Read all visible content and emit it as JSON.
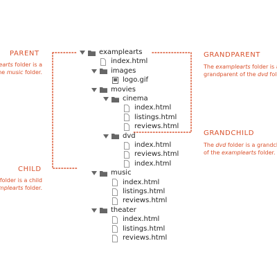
{
  "colors": {
    "accent": "#d9512c",
    "text": "#222222",
    "icon": "#666666",
    "file_outline": "#999999"
  },
  "tree": [
    {
      "label": "examplearts",
      "type": "folder",
      "depth": 0
    },
    {
      "label": "index.html",
      "type": "file",
      "depth": 1
    },
    {
      "label": "images",
      "type": "folder",
      "depth": 1
    },
    {
      "label": "logo.gif",
      "type": "image",
      "depth": 2
    },
    {
      "label": "movies",
      "type": "folder",
      "depth": 1
    },
    {
      "label": "cinema",
      "type": "folder",
      "depth": 2
    },
    {
      "label": "index.html",
      "type": "file",
      "depth": 3
    },
    {
      "label": "listings.html",
      "type": "file",
      "depth": 3
    },
    {
      "label": "reviews.html",
      "type": "file",
      "depth": 3
    },
    {
      "label": "dvd",
      "type": "folder",
      "depth": 2
    },
    {
      "label": "index.html",
      "type": "file",
      "depth": 3
    },
    {
      "label": "reviews.html",
      "type": "file",
      "depth": 3
    },
    {
      "label": "index.html",
      "type": "file",
      "depth": 3
    },
    {
      "label": "music",
      "type": "folder",
      "depth": 1
    },
    {
      "label": "index.html",
      "type": "file",
      "depth": 2
    },
    {
      "label": "listings.html",
      "type": "file",
      "depth": 2
    },
    {
      "label": "reviews.html",
      "type": "file",
      "depth": 2
    },
    {
      "label": "theater",
      "type": "folder",
      "depth": 1
    },
    {
      "label": "index.html",
      "type": "file",
      "depth": 2
    },
    {
      "label": "listings.html",
      "type": "file",
      "depth": 2
    },
    {
      "label": "reviews.html",
      "type": "file",
      "depth": 2
    }
  ],
  "annotations": {
    "parent": {
      "title": "PARENT",
      "line1": [
        {
          "t": "exa",
          "i": false
        },
        {
          "t": "mplearts",
          "i": true
        },
        {
          "t": " folder is a",
          "i": false
        }
      ],
      "line2": [
        {
          "t": "he ",
          "i": false
        },
        {
          "t": "music",
          "i": true
        },
        {
          "t": " folder.",
          "i": false
        }
      ]
    },
    "child": {
      "title": "CHILD",
      "line1": [
        {
          "t": "folder is a child",
          "i": false
        }
      ],
      "line2": [
        {
          "t": "mplearts",
          "i": true
        },
        {
          "t": " folder.",
          "i": false
        }
      ]
    },
    "grandparent": {
      "title": "GRANDPARENT",
      "line1": [
        {
          "t": "The ",
          "i": false
        },
        {
          "t": "examplearts",
          "i": true
        },
        {
          "t": " folder is a",
          "i": false
        }
      ],
      "line2": [
        {
          "t": "grandparent of the ",
          "i": false
        },
        {
          "t": "dvd",
          "i": true
        },
        {
          "t": " folder.",
          "i": false
        }
      ]
    },
    "grandchild": {
      "title": "GRANDCHILD",
      "line1": [
        {
          "t": "The ",
          "i": false
        },
        {
          "t": "dvd",
          "i": true
        },
        {
          "t": " folder is a grandch",
          "i": false
        }
      ],
      "line2": [
        {
          "t": "of the ",
          "i": false
        },
        {
          "t": "examplearts",
          "i": true
        },
        {
          "t": " folder.",
          "i": false
        }
      ]
    }
  }
}
